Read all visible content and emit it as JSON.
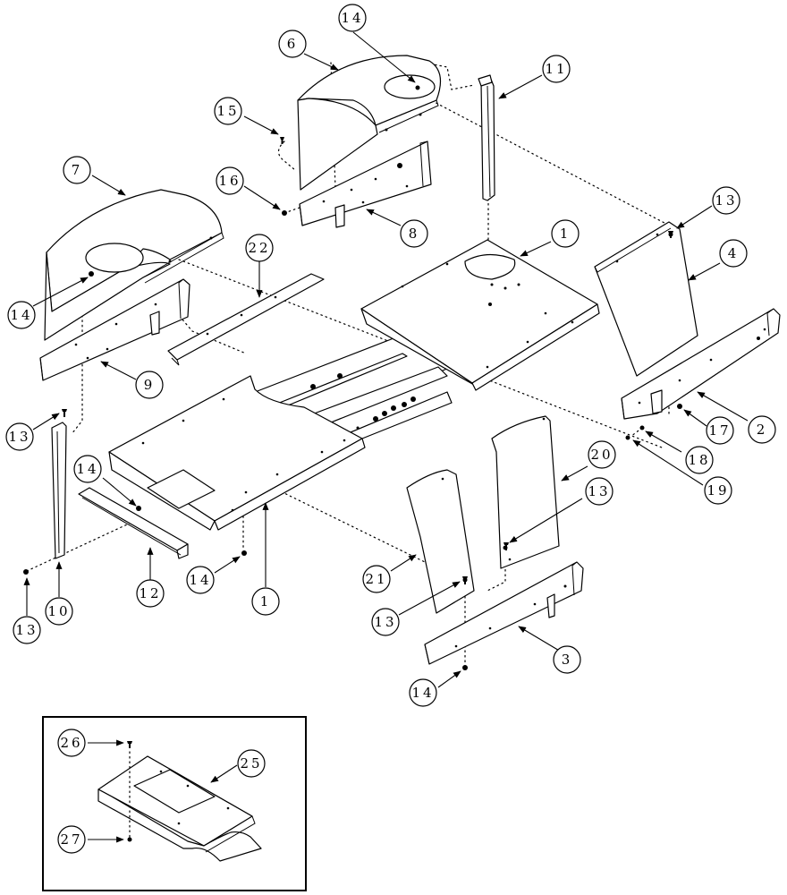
{
  "balloons": [
    {
      "id": "b6",
      "label": "6"
    },
    {
      "id": "b14a",
      "label": "14"
    },
    {
      "id": "b11",
      "label": "11"
    },
    {
      "id": "b15",
      "label": "15"
    },
    {
      "id": "b16",
      "label": "16"
    },
    {
      "id": "b8",
      "label": "8"
    },
    {
      "id": "b7",
      "label": "7"
    },
    {
      "id": "b22",
      "label": "22"
    },
    {
      "id": "b1a",
      "label": "1"
    },
    {
      "id": "b13a",
      "label": "13"
    },
    {
      "id": "b4",
      "label": "4"
    },
    {
      "id": "b14b",
      "label": "14"
    },
    {
      "id": "b9",
      "label": "9"
    },
    {
      "id": "b2",
      "label": "2"
    },
    {
      "id": "b17",
      "label": "17"
    },
    {
      "id": "b13b",
      "label": "13"
    },
    {
      "id": "b14c",
      "label": "14"
    },
    {
      "id": "b20",
      "label": "20"
    },
    {
      "id": "b18",
      "label": "18"
    },
    {
      "id": "b13c",
      "label": "13"
    },
    {
      "id": "b19",
      "label": "19"
    },
    {
      "id": "b21",
      "label": "21"
    },
    {
      "id": "b14d",
      "label": "14"
    },
    {
      "id": "b1b",
      "label": "1"
    },
    {
      "id": "b12",
      "label": "12"
    },
    {
      "id": "b10",
      "label": "10"
    },
    {
      "id": "b13d",
      "label": "13"
    },
    {
      "id": "b13e",
      "label": "13"
    },
    {
      "id": "b3",
      "label": "3"
    },
    {
      "id": "b14e",
      "label": "14"
    },
    {
      "id": "b26",
      "label": "26"
    },
    {
      "id": "b25",
      "label": "25"
    },
    {
      "id": "b27",
      "label": "27"
    }
  ]
}
